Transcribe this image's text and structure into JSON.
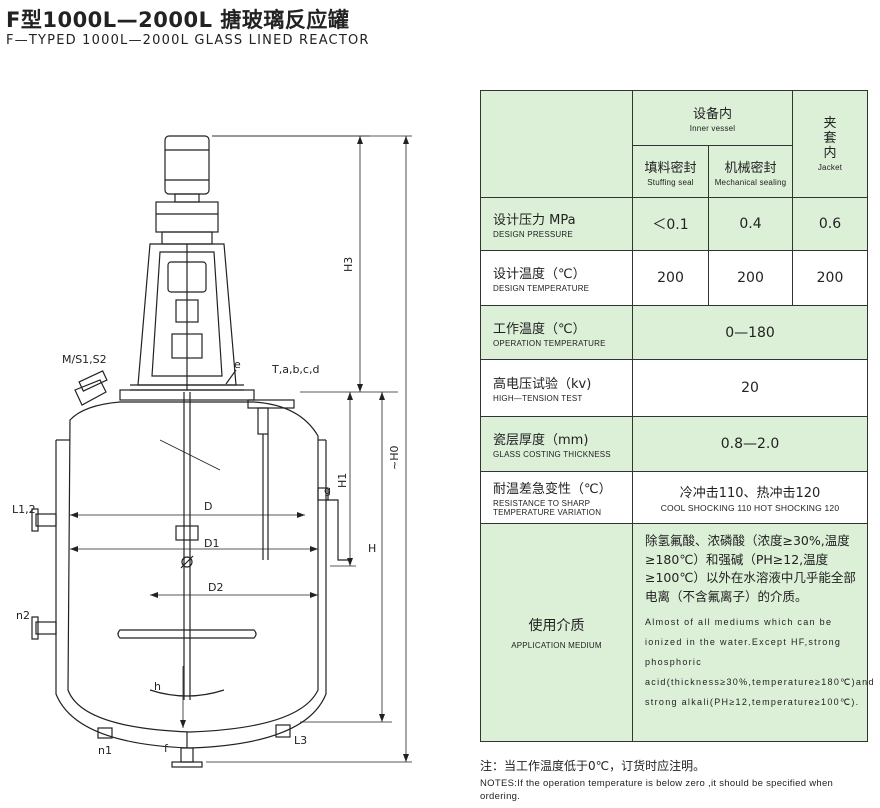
{
  "title": {
    "cn": "F型1000L—2000L 搪玻璃反应罐",
    "en": "F—TYPED 1000L—2000L GLASS LINED REACTOR"
  },
  "drawing": {
    "labels": {
      "ms": "M/S1,S2",
      "e": "e",
      "tabcd": "T,a,b,c,d",
      "l12": "L1,2",
      "d": "D",
      "d1": "D1",
      "d2": "D2",
      "g": "g",
      "h": "h",
      "n1": "n1",
      "n2": "n2",
      "f": "f",
      "l3": "L3",
      "h3": "H3",
      "h1": "H1",
      "hh": "H",
      "h0": "~H0"
    }
  },
  "table": {
    "header": {
      "inner_cn": "设备内",
      "inner_en": "Inner vessel",
      "jacket_cn": "夹套内",
      "jacket_en": "Jacket",
      "stuffing_cn": "填料密封",
      "stuffing_en": "Stuffing seal",
      "mech_cn": "机械密封",
      "mech_en": "Mechanical sealing"
    },
    "rows": {
      "pressure": {
        "cn": "设计压力 MPa",
        "en": "DESIGN PRESSURE",
        "v1": "＜0.1",
        "v2": "0.4",
        "v3": "0.6"
      },
      "temp": {
        "cn": "设计温度（℃）",
        "en": "DESIGN TEMPERATURE",
        "v1": "200",
        "v2": "200",
        "v3": "200"
      },
      "op_temp": {
        "cn": "工作温度（℃）",
        "en": "OPERATION TEMPERATURE",
        "v": "0—180"
      },
      "ht": {
        "cn": "高电压试验（kv)",
        "en": "HIGH—TENSION TEST",
        "v": "20"
      },
      "thick": {
        "cn": "瓷层厚度（mm)",
        "en": "GLASS COSTING THICKNESS",
        "v": "0.8—2.0"
      },
      "shock": {
        "cn": "耐温差急变性（℃）",
        "en": "RESISTANCE TO SHARP",
        "en2": "TEMPERATURE VARIATION",
        "v_cn": "冷冲击110、热冲击120",
        "v_en": "COOL SHOCKING 110 HOT SHOCKING 120"
      },
      "medium": {
        "cn": "使用介质",
        "en": "APPLICATION MEDIUM",
        "v_cn": "除氢氟酸、浓磷酸（浓度≥30%,温度≥180℃）和强碱（PH≥12,温度≥100℃）以外在水溶液中几乎能全部电离（不含氟离子）的介质。",
        "v_en": "Almost of all mediums which can be ionized in the water.Except HF,strong phosphoric acid(thickness≥30%,temperature≥180℃)and strong alkali(PH≥12,temperature≥100℃)."
      }
    }
  },
  "notes": {
    "cn": "注：当工作温度低于0℃，订货时应注明。",
    "en": "NOTES:If the operation temperature is below zero ,it should be specified when ordering."
  }
}
